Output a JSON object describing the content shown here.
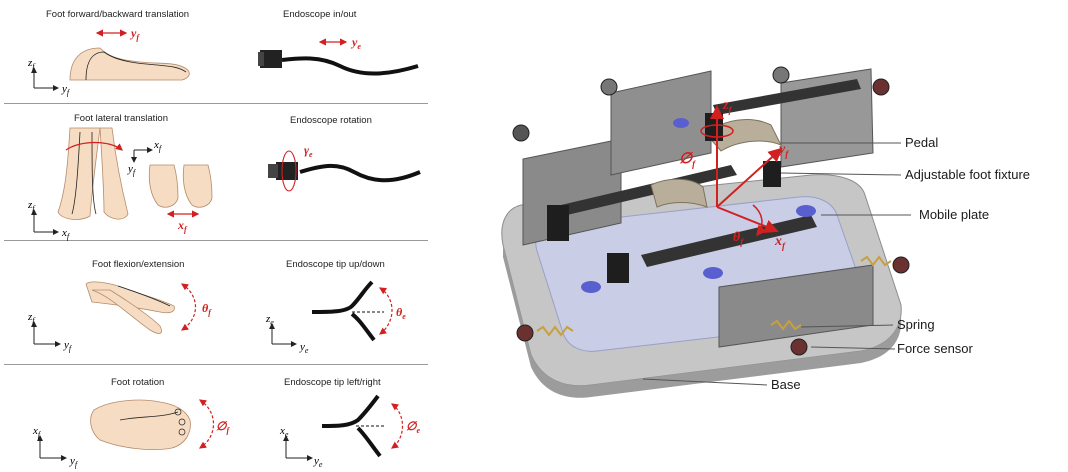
{
  "rows": [
    {
      "foot_title": "Foot forward/backward translation",
      "endo_title": "Endoscope in/out",
      "foot_axes": {
        "vertical": "z",
        "vertical_sub": "f",
        "horizontal": "y",
        "horizontal_sub": "f"
      },
      "motion_label": {
        "sym": "y",
        "sub": "f"
      },
      "endo_label": {
        "sym": "y",
        "sub": "e"
      }
    },
    {
      "foot_title": "Foot lateral translation",
      "endo_title": "Endoscope rotation",
      "foot_axes": {
        "vertical": "z",
        "vertical_sub": "f",
        "horizontal": "x",
        "horizontal_sub": "f"
      },
      "top_axes": {
        "vertical": "y",
        "vertical_sub": "f",
        "horizontal": "x",
        "horizontal_sub": "f"
      },
      "motion_label": {
        "sym": "x",
        "sub": "f"
      },
      "endo_label": {
        "sym": "γ",
        "sub": "e"
      }
    },
    {
      "foot_title": "Foot flexion/extension",
      "endo_title": "Endoscope tip up/down",
      "foot_axes": {
        "vertical": "z",
        "vertical_sub": "f",
        "horizontal": "y",
        "horizontal_sub": "f"
      },
      "endo_axes": {
        "vertical": "z",
        "vertical_sub": "e",
        "horizontal": "y",
        "horizontal_sub": "e"
      },
      "motion_label": {
        "sym": "θ",
        "sub": "f"
      },
      "endo_label": {
        "sym": "θ",
        "sub": "e"
      }
    },
    {
      "foot_title": "Foot rotation",
      "endo_title": "Endoscope tip left/right",
      "foot_axes": {
        "vertical": "x",
        "vertical_sub": "f",
        "horizontal": "y",
        "horizontal_sub": "f"
      },
      "endo_axes": {
        "vertical": "x",
        "vertical_sub": "e",
        "horizontal": "y",
        "horizontal_sub": "e"
      },
      "motion_label": {
        "sym": "∅",
        "sub": "f"
      },
      "endo_label": {
        "sym": "∅",
        "sub": "e"
      }
    }
  ],
  "device": {
    "labels": {
      "pedal": "Pedal",
      "fixture": "Adjustable foot fixture",
      "mobile_plate": "Mobile plate",
      "spring": "Spring",
      "force_sensor": "Force sensor",
      "base": "Base"
    },
    "frame": {
      "z": "z",
      "z_sub": "f",
      "y": "y",
      "y_sub": "f",
      "x": "x",
      "x_sub": "f",
      "theta": "θ",
      "theta_sub": "f",
      "phi": "∅",
      "phi_sub": "f"
    }
  },
  "colors": {
    "accent": "#d22020",
    "frame_gray": "#b9b9b9",
    "plate": "#c9cde6",
    "purple": "#5a5fd0"
  }
}
